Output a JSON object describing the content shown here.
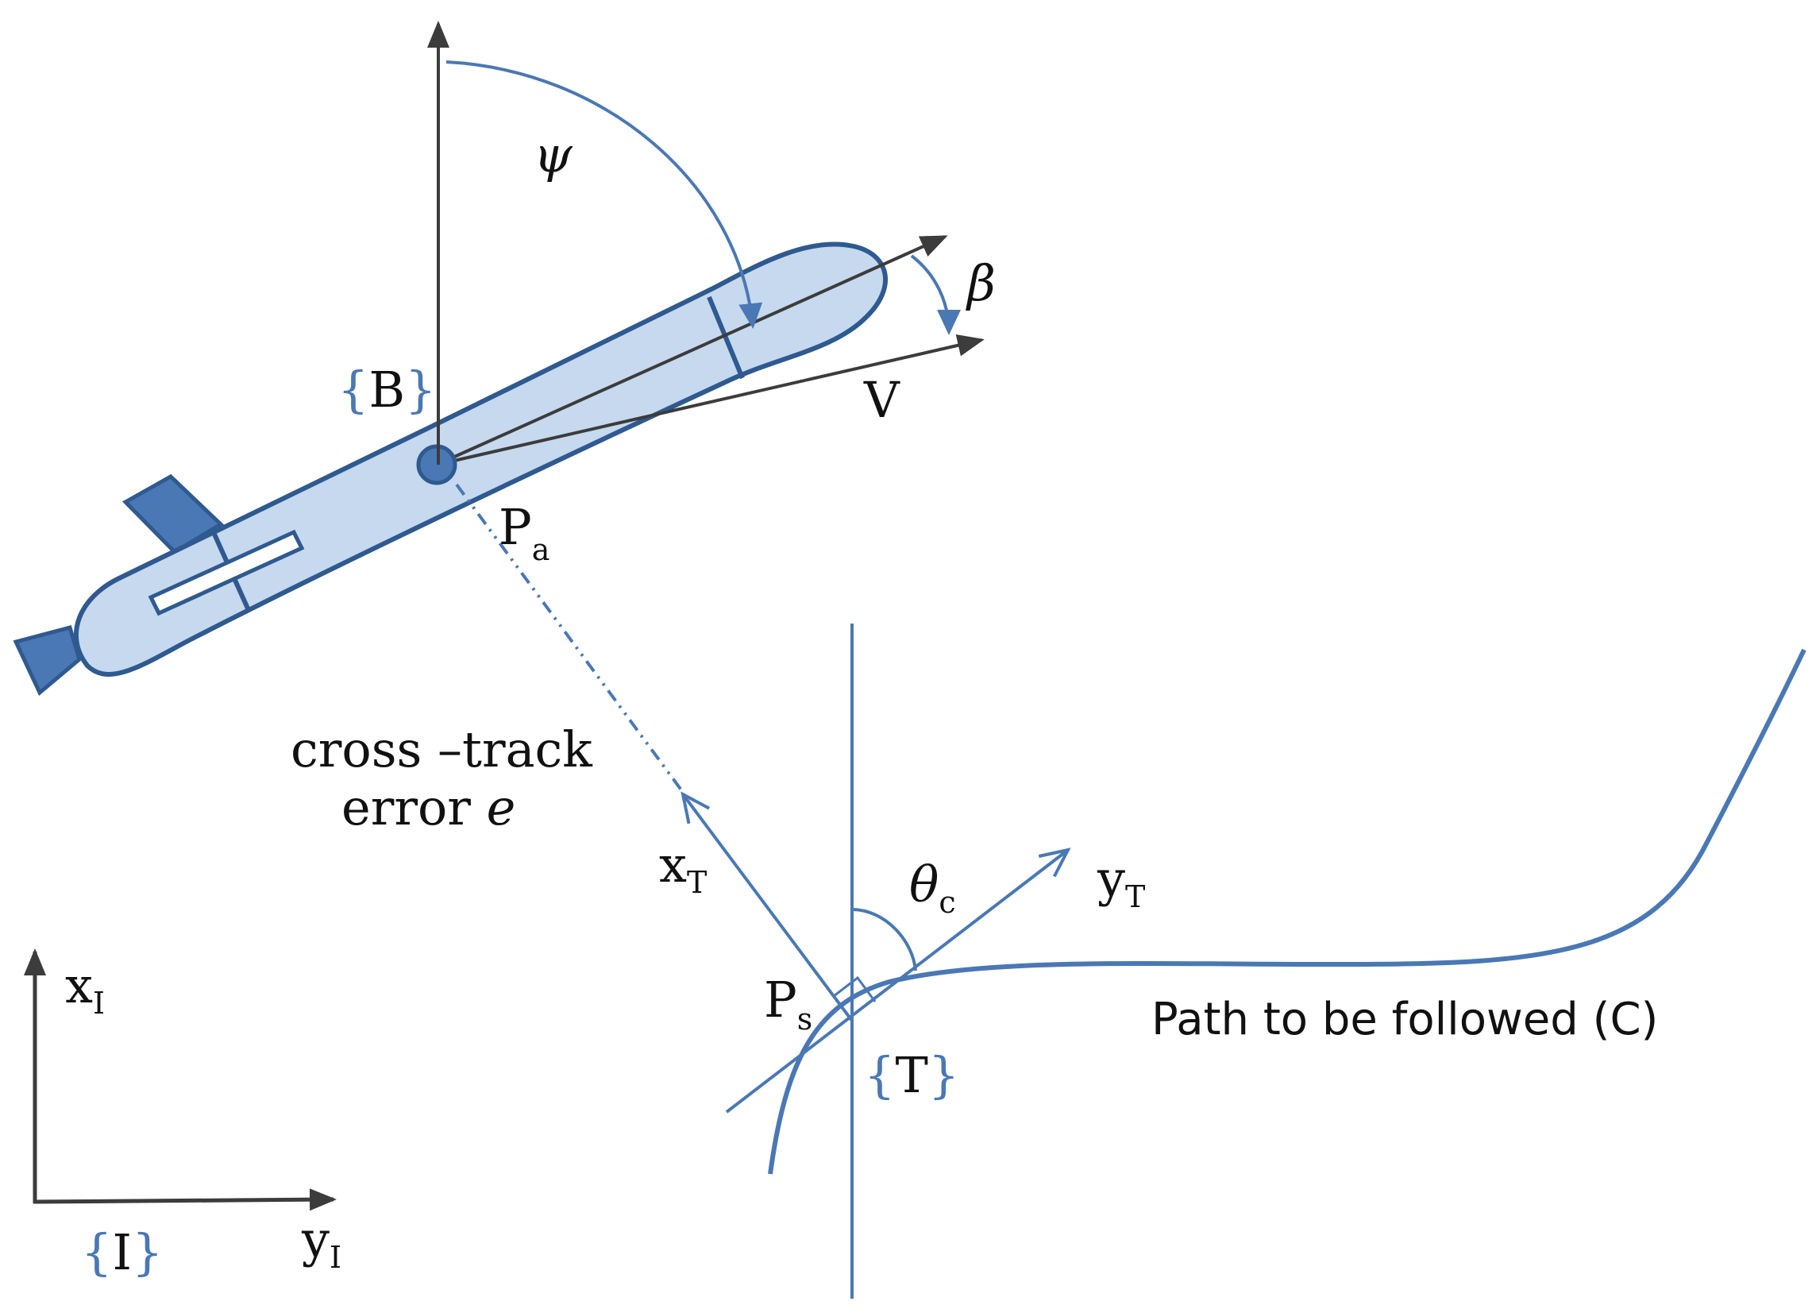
{
  "colors": {
    "blue": "#4a78b5",
    "hull_fill": "#c6d9ef",
    "fin_fill": "#4a78b5",
    "dark": "#3c3c3c"
  },
  "labels": {
    "psi": "ψ",
    "beta": "β",
    "frame_B": "B",
    "V": "V",
    "Pa_main": "P",
    "Pa_sub": "a",
    "cross_track_line1": "cross –track",
    "cross_track_line2": "error",
    "cross_track_e": "e",
    "xT_main": "x",
    "xT_sub": "T",
    "yT_main": "y",
    "yT_sub": "T",
    "theta_main": "θ",
    "theta_sub": "c",
    "Ps_main": "P",
    "Ps_sub": "s",
    "frame_T": "T",
    "path_label": "Path to be followed (C)",
    "xI_main": "x",
    "xI_sub": "I",
    "yI_main": "y",
    "yI_sub": "I",
    "frame_I": "I"
  },
  "braces": {
    "open": "{",
    "close": "}"
  }
}
